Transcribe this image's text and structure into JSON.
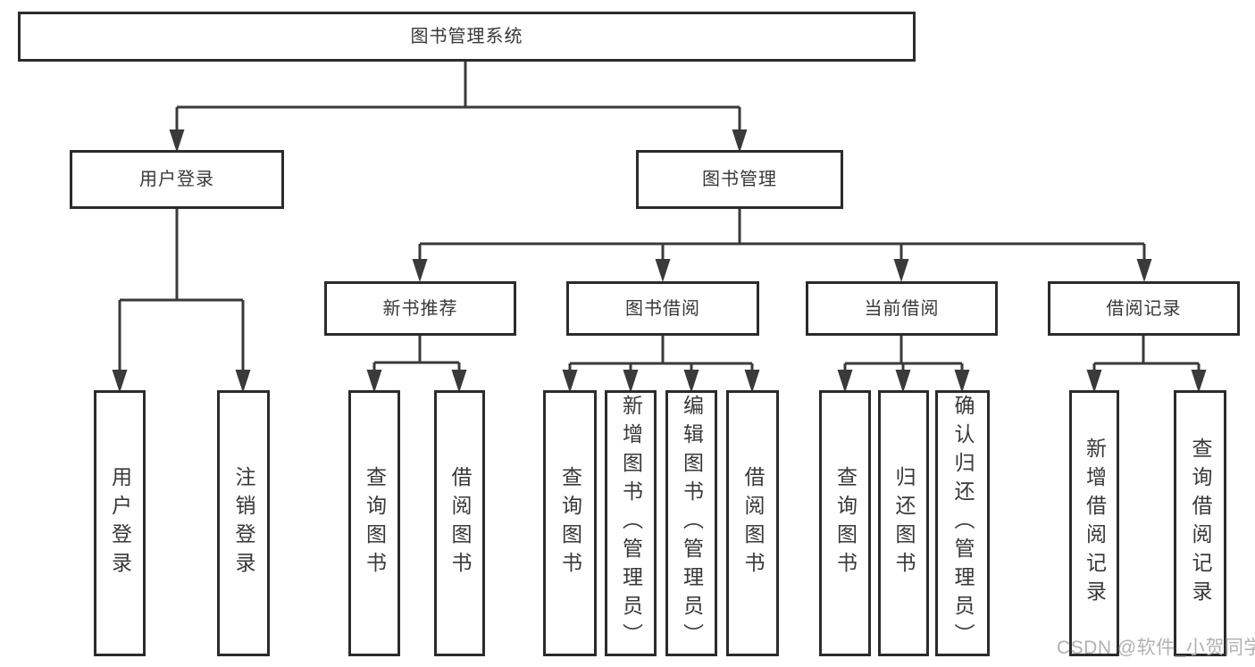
{
  "diagram": {
    "root": {
      "label": "图书管理系统"
    },
    "level2": [
      {
        "label": "用户登录"
      },
      {
        "label": "图书管理"
      }
    ],
    "level3": [
      {
        "label": "新书推荐"
      },
      {
        "label": "图书借阅"
      },
      {
        "label": "当前借阅"
      },
      {
        "label": "借阅记录"
      }
    ],
    "leaves": {
      "user_login": [
        "用户登录",
        "注销登录"
      ],
      "new_book": [
        "查询图书",
        "借阅图书"
      ],
      "borrow": [
        "查询图书",
        "新增图书（管理员）",
        "编辑图书（管理员）",
        "借阅图书"
      ],
      "current": [
        "查询图书",
        "归还图书",
        "确认归还（管理员）"
      ],
      "records": [
        "新增借阅记录",
        "查询借阅记录"
      ]
    }
  },
  "watermark": {
    "text": "CSDN @软件_小贺同学"
  },
  "colors": {
    "line": "#3a3a3a",
    "box_border": "#2b2b2b",
    "text": "#383838",
    "background": "#ffffff",
    "watermark": "#b3b0b0"
  }
}
